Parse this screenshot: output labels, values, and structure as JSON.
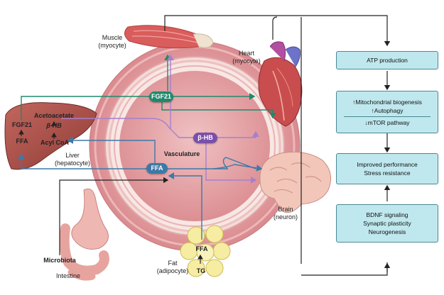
{
  "organs": {
    "muscle": {
      "name": "Muscle",
      "cell": "(myocyte)"
    },
    "heart": {
      "name": "Heart",
      "cell": "(myocyte)"
    },
    "liver": {
      "name": "Liver",
      "cell": "(hepatocyte)"
    },
    "brain": {
      "name": "Brain",
      "cell": "(neuron)"
    },
    "fat": {
      "name": "Fat",
      "cell": "(adipocyte)"
    },
    "intestine": {
      "name": "Intestine"
    },
    "microbiota": {
      "name": "Microbiota"
    },
    "vasculature": {
      "name": "Vasculature"
    }
  },
  "liver_molecules": {
    "fgf21": "FGF21",
    "ffa": "FFA",
    "acetoacetate": "Acetoacetate",
    "bhb": "β-HB",
    "acyl_coa": "Acyl CoA"
  },
  "fat_molecules": {
    "ffa": "FFA",
    "tg": "TG"
  },
  "vessel_molecules": {
    "fgf21": "FGF21",
    "bhb": "β-HB",
    "ffa": "FFA"
  },
  "outcomes": {
    "atp": "ATP production",
    "mito_line1": "↑Mitochondrial biogenesis",
    "mito_line2": "↑Autophagy",
    "mito_line3": "↓mTOR pathway",
    "performance_line1": "Improved performance",
    "performance_line2": "Stress resistance",
    "bdnf_line1": "BDNF signaling",
    "bdnf_line2": "Synaptic plasticity",
    "bdnf_line3": "Neurogenesis"
  },
  "colors": {
    "fgf21": "#1f8a6b",
    "bhb": "#7b4fa8",
    "ffa": "#3d79a8",
    "vessel_outer": "#e9a5a7",
    "vessel_inner": "#e6a0a3",
    "box_fill": "#bfe8ee"
  }
}
